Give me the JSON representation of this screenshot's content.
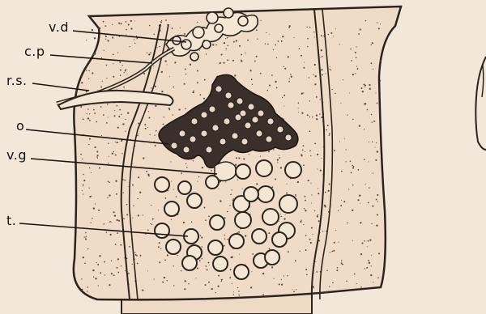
{
  "figure": {
    "labels": {
      "vd": "v.d",
      "cp": "c.p",
      "rs": "r.s.",
      "o": "o",
      "vg": "v.g",
      "t": "t."
    }
  },
  "colors": {
    "background": "#f3e7d9",
    "body": "#f0dcc6",
    "ink": "#2a2420",
    "stipple": "#5a4a40"
  }
}
